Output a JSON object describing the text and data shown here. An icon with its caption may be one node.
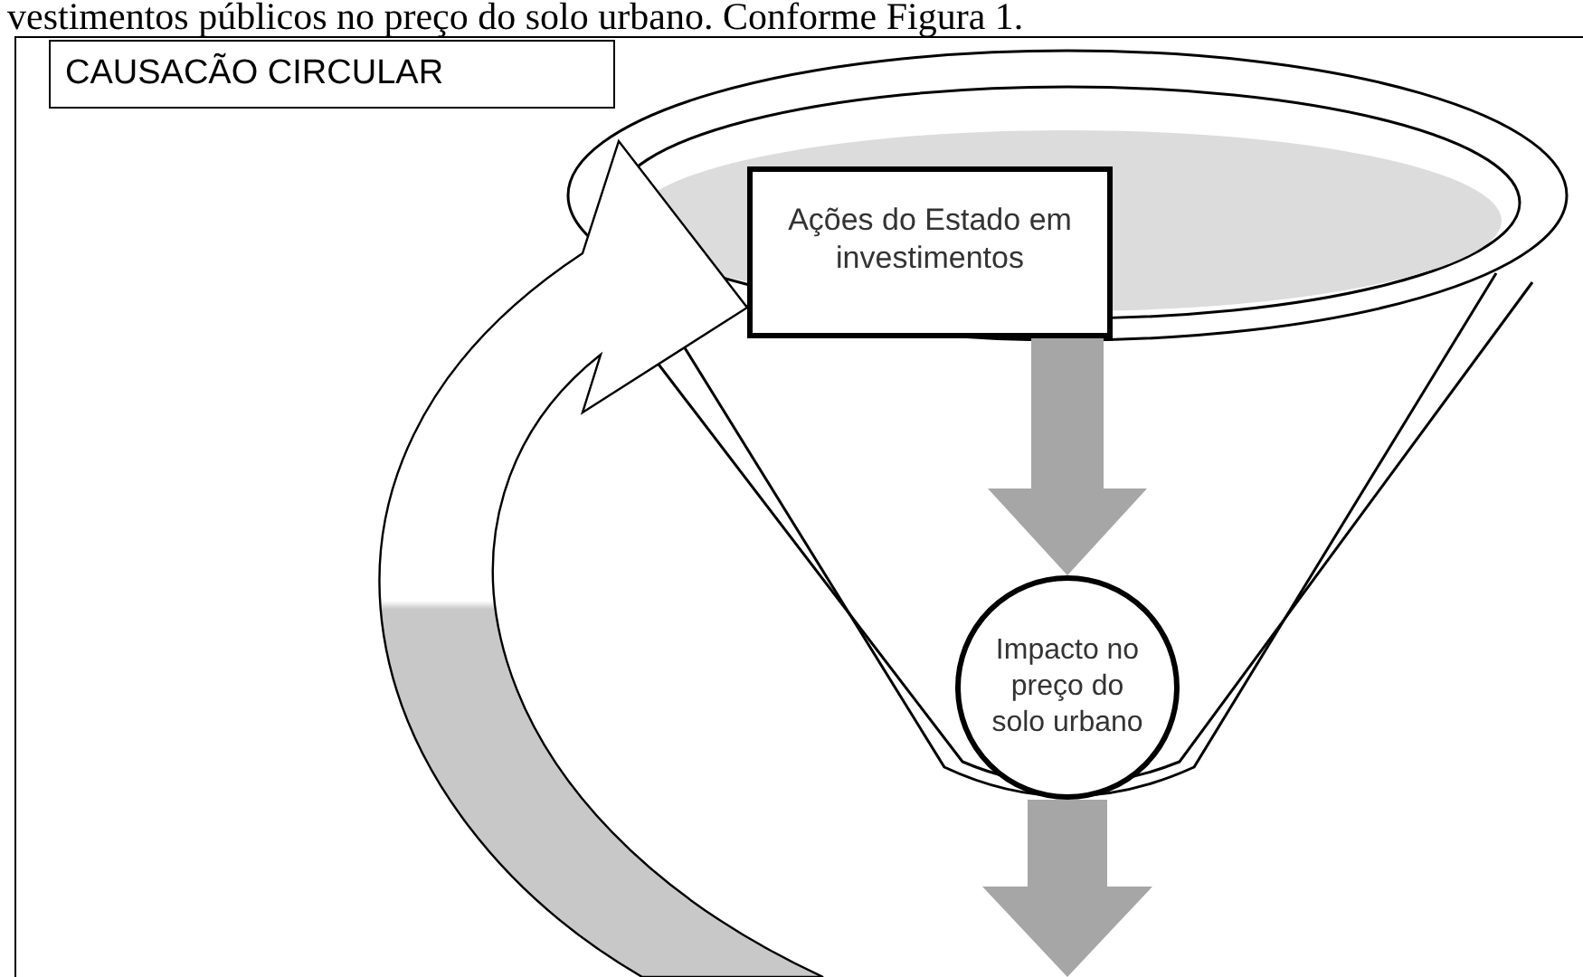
{
  "diagram": {
    "nodes": [
      {
        "text": [
          "CAUSACÃO CIRCULAR"
        ]
      },
      {
        "text": [],
        "shape": "funnel"
      },
      {
        "text": [
          "Ações do Estado em investimentos"
        ]
      },
      {
        "text": [
          "Impacto no preço do solo urbano"
        ]
      }
    ],
    "edges": [
      {
        "from": 2,
        "to": 3,
        "arrow": "to"
      },
      {
        "from": 3,
        "to": null,
        "arrow": "to"
      },
      {
        "from": null,
        "to": 2,
        "arrow": "to"
      }
    ],
    "labels": [
      "vestimentos públicos no preço do solo urbano. Conforme Figura 1."
    ]
  }
}
